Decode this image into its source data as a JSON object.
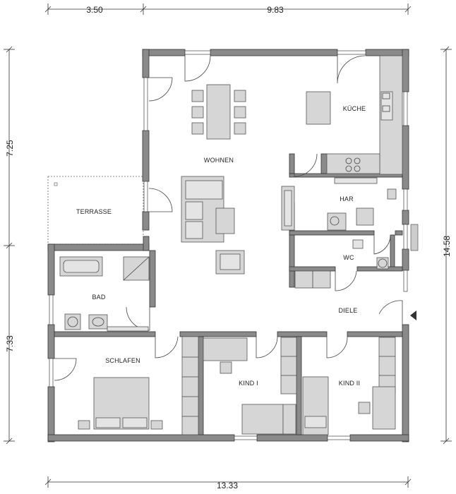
{
  "dimensions": {
    "top_left": "3.50",
    "top_right": "9.83",
    "left_upper": "7.25",
    "left_lower": "7.33",
    "right": "14.58",
    "bottom": "13.33"
  },
  "rooms": {
    "wohnen": "WOHNEN",
    "kueche": "KÜCHE",
    "terrasse": "TERRASSE",
    "har": "HAR",
    "wc": "WC",
    "bad": "BAD",
    "diele": "DIELE",
    "schlafen": "SCHLAFEN",
    "kind1": "KIND I",
    "kind2": "KIND II"
  }
}
